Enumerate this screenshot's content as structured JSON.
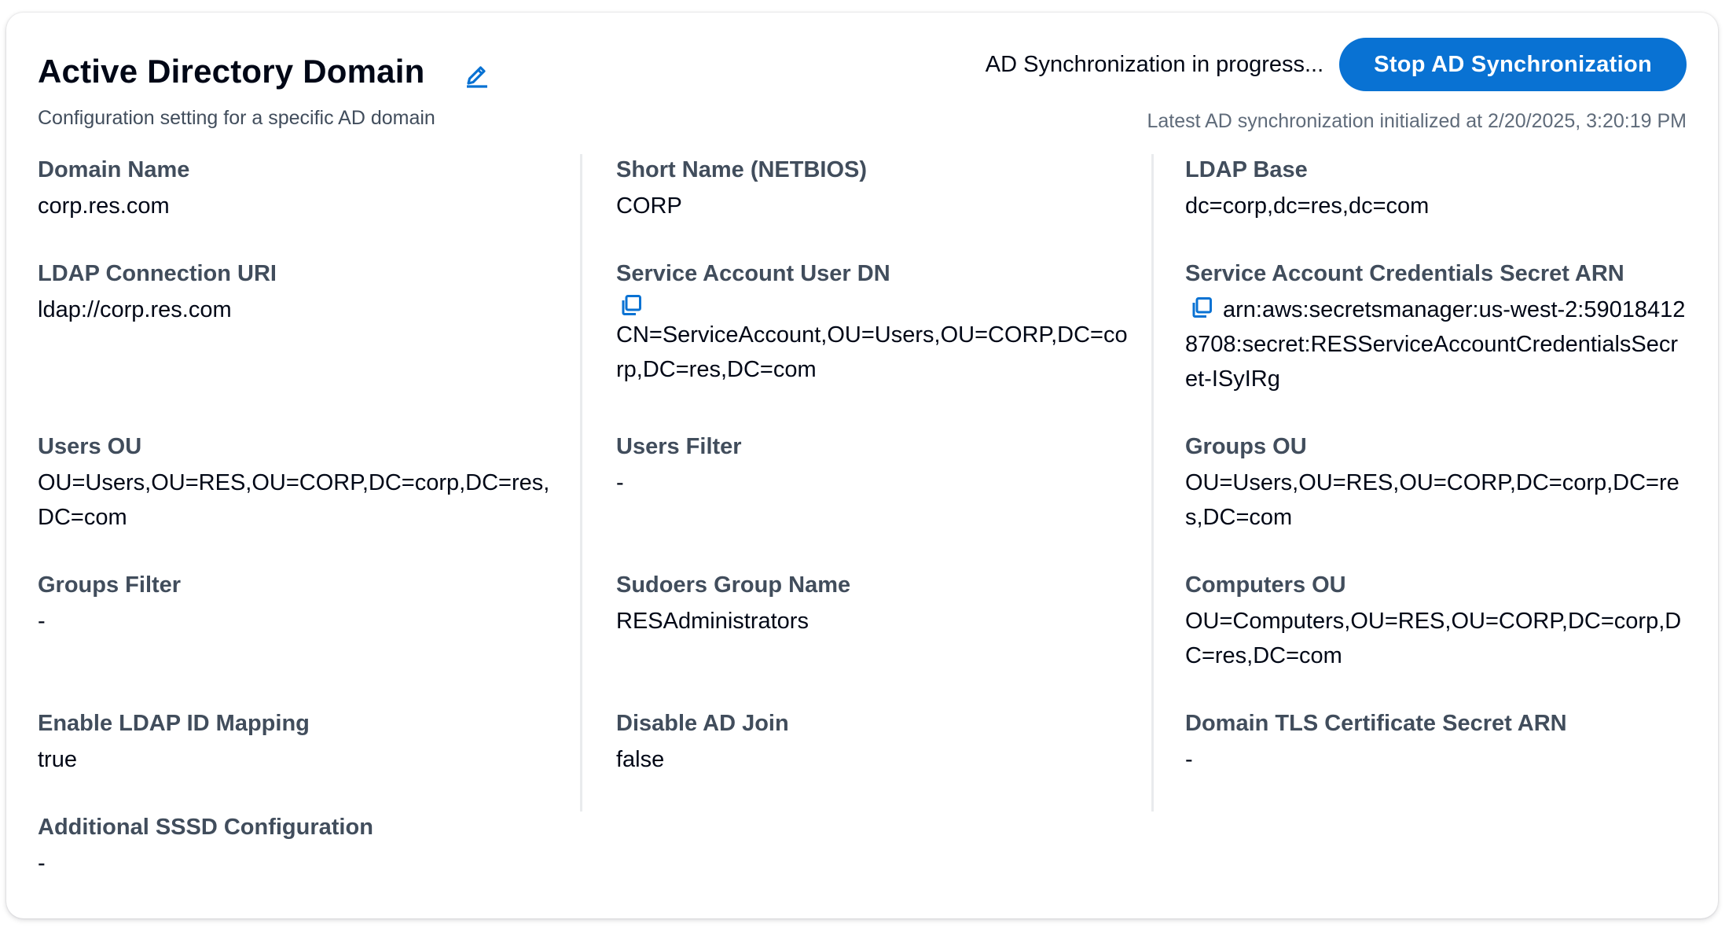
{
  "header": {
    "title": "Active Directory Domain",
    "description": "Configuration setting for a specific AD domain",
    "edit_icon": "edit-pencil-icon",
    "sync_status": "AD Synchronization in progress...",
    "stop_button_label": "Stop AD Synchronization",
    "sync_time": "Latest AD synchronization initialized at 2/20/2025, 3:20:19 PM"
  },
  "colors": {
    "accent": "#0972d3",
    "label": "#414d5c",
    "text": "#000716",
    "muted": "#5f6b7a",
    "divider": "#e9ebed"
  },
  "fields": {
    "domain_name": {
      "label": "Domain Name",
      "value": "corp.res.com"
    },
    "short_name": {
      "label": "Short Name (NETBIOS)",
      "value": "CORP"
    },
    "ldap_base": {
      "label": "LDAP Base",
      "value": "dc=corp,dc=res,dc=com"
    },
    "ldap_connection_uri": {
      "label": "LDAP Connection URI",
      "value": "ldap://corp.res.com"
    },
    "service_account_user_dn": {
      "label": "Service Account User DN",
      "value": "CN=ServiceAccount,OU=Users,OU=CORP,DC=corp,DC=res,DC=com",
      "icon": "copy-icon"
    },
    "service_account_secret_arn": {
      "label": "Service Account Credentials Secret ARN",
      "value": "arn:aws:secretsmanager:us-west-2:590184128708:secret:RESServiceAccountCredentialsSecret-ISyIRg",
      "icon": "copy-icon"
    },
    "users_ou": {
      "label": "Users OU",
      "value": "OU=Users,OU=RES,OU=CORP,DC=corp,DC=res,DC=com"
    },
    "users_filter": {
      "label": "Users Filter",
      "value": "-"
    },
    "groups_ou": {
      "label": "Groups OU",
      "value": "OU=Users,OU=RES,OU=CORP,DC=corp,DC=res,DC=com"
    },
    "groups_filter": {
      "label": "Groups Filter",
      "value": "-"
    },
    "sudoers_group_name": {
      "label": "Sudoers Group Name",
      "value": "RESAdministrators"
    },
    "computers_ou": {
      "label": "Computers OU",
      "value": "OU=Computers,OU=RES,OU=CORP,DC=corp,DC=res,DC=com"
    },
    "enable_ldap_id_mapping": {
      "label": "Enable LDAP ID Mapping",
      "value": "true"
    },
    "disable_ad_join": {
      "label": "Disable AD Join",
      "value": "false"
    },
    "domain_tls_certificate_secret_arn": {
      "label": "Domain TLS Certificate Secret ARN",
      "value": "-"
    },
    "additional_sssd_configuration": {
      "label": "Additional SSSD Configuration",
      "value": "-"
    }
  }
}
